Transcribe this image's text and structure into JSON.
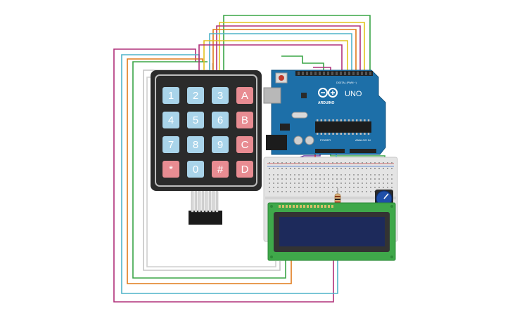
{
  "keypad": {
    "keys": [
      {
        "label": "1",
        "kind": "num"
      },
      {
        "label": "2",
        "kind": "num"
      },
      {
        "label": "3",
        "kind": "num"
      },
      {
        "label": "A",
        "kind": "op"
      },
      {
        "label": "4",
        "kind": "num"
      },
      {
        "label": "5",
        "kind": "num"
      },
      {
        "label": "6",
        "kind": "num"
      },
      {
        "label": "B",
        "kind": "op"
      },
      {
        "label": "7",
        "kind": "num"
      },
      {
        "label": "8",
        "kind": "num"
      },
      {
        "label": "9",
        "kind": "num"
      },
      {
        "label": "C",
        "kind": "op"
      },
      {
        "label": "*",
        "kind": "op"
      },
      {
        "label": "0",
        "kind": "num"
      },
      {
        "label": "#",
        "kind": "op"
      },
      {
        "label": "D",
        "kind": "op"
      }
    ]
  },
  "arduino": {
    "brand": "ARDUINO",
    "model": "UNO",
    "digital_header_label": "DIGITAL (PWM ~)",
    "power_label": "POWER",
    "analog_label": "ANALOG IN"
  },
  "colors": {
    "keypad_body": "#2b2b2b",
    "key_num": "#a9d4ea",
    "key_op": "#e88c92",
    "arduino_board": "#1d6fa8",
    "breadboard": "#e4e4e4",
    "lcd_board": "#3fa84a",
    "lcd_screen": "#1d2a5b",
    "wire_magenta": "#b0307a",
    "wire_cyan": "#4fb4c8",
    "wire_orange": "#e07a1a",
    "wire_green": "#3aa547",
    "wire_yellow": "#e3c31e",
    "wire_gray": "#b9b9b9",
    "wire_purple": "#6a3aa0",
    "wire_red": "#cc2a2a"
  }
}
